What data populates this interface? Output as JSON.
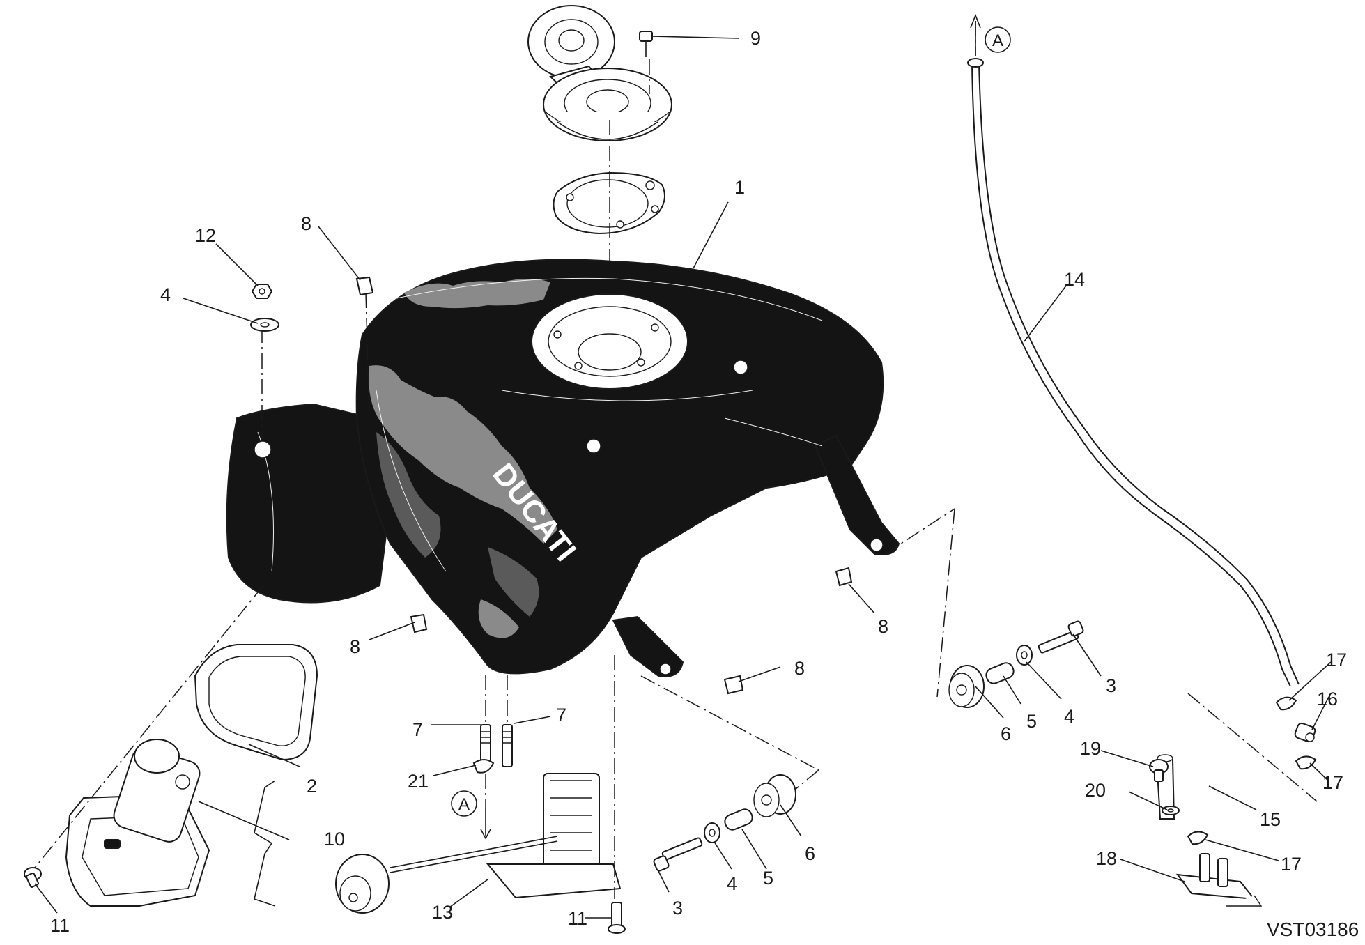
{
  "diagram_code": "VST03186",
  "brand_text": "DUCATI",
  "reference_marker": "A",
  "callouts": {
    "c1": "1",
    "c2": "2",
    "c3a": "3",
    "c3b": "3",
    "c4a": "4",
    "c4b": "4",
    "c4c": "4",
    "c5a": "5",
    "c5b": "5",
    "c6a": "6",
    "c6b": "6",
    "c7a": "7",
    "c7b": "7",
    "c8a": "8",
    "c8b": "8",
    "c8c": "8",
    "c8d": "8",
    "c9": "9",
    "c10": "10",
    "c11a": "11",
    "c11b": "11",
    "c12": "12",
    "c13": "13",
    "c14": "14",
    "c15": "15",
    "c16": "16",
    "c17a": "17",
    "c17b": "17",
    "c17c": "17",
    "c18": "18",
    "c19": "19",
    "c20": "20",
    "c21": "21"
  },
  "colors": {
    "ink": "#1a1a1a",
    "tank": "#141414",
    "camo_light": "#8a8a8a",
    "camo_dark": "#5a5a5a"
  }
}
